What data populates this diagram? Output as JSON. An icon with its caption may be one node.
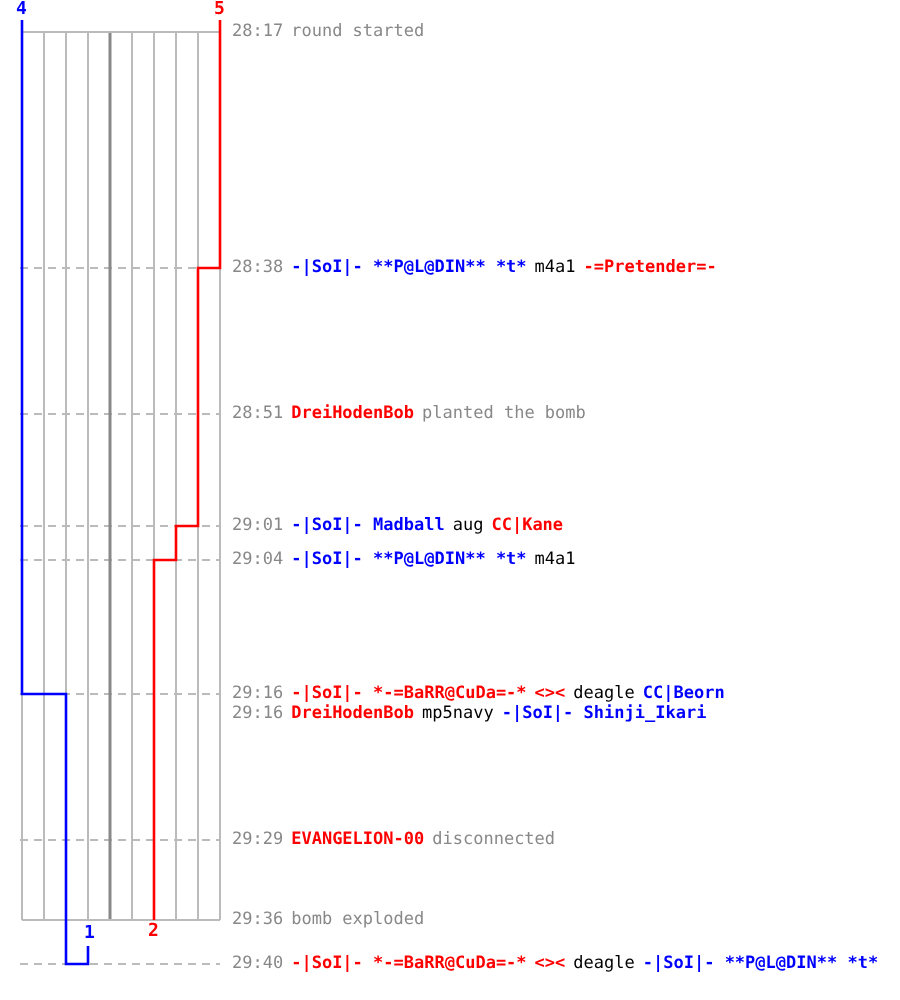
{
  "diagram": {
    "labels": [
      "4",
      "5",
      "28:17",
      "round started",
      "28:38",
      "-|SoI|- **P@L@DIN** *t*",
      "m4a1",
      "-=Pretender=-",
      "28:51",
      "DreiHodenBob",
      "planted the bomb",
      "29:01",
      "-|SoI|- Madball",
      "aug",
      "CC|Kane",
      "29:04",
      "-|SoI|- **P@L@DIN** *t*",
      "m4a1",
      "29:16",
      "-|SoI|- *-=BaRR@CuDa=-*",
      "<><",
      "deagle",
      "CC|Beorn",
      "29:16",
      "DreiHodenBob",
      "mp5navy",
      "-|SoI|- Shinji_Ikari",
      "29:29",
      "EVANGELION-00",
      "disconnected",
      "29:36",
      "bomb exploded",
      "1",
      "2",
      "29:40",
      "-|SoI|- *-=BaRR@CuDa=-*",
      "<><",
      "deagle",
      "-|SoI|- **P@L@DIN** *t*"
    ]
  }
}
